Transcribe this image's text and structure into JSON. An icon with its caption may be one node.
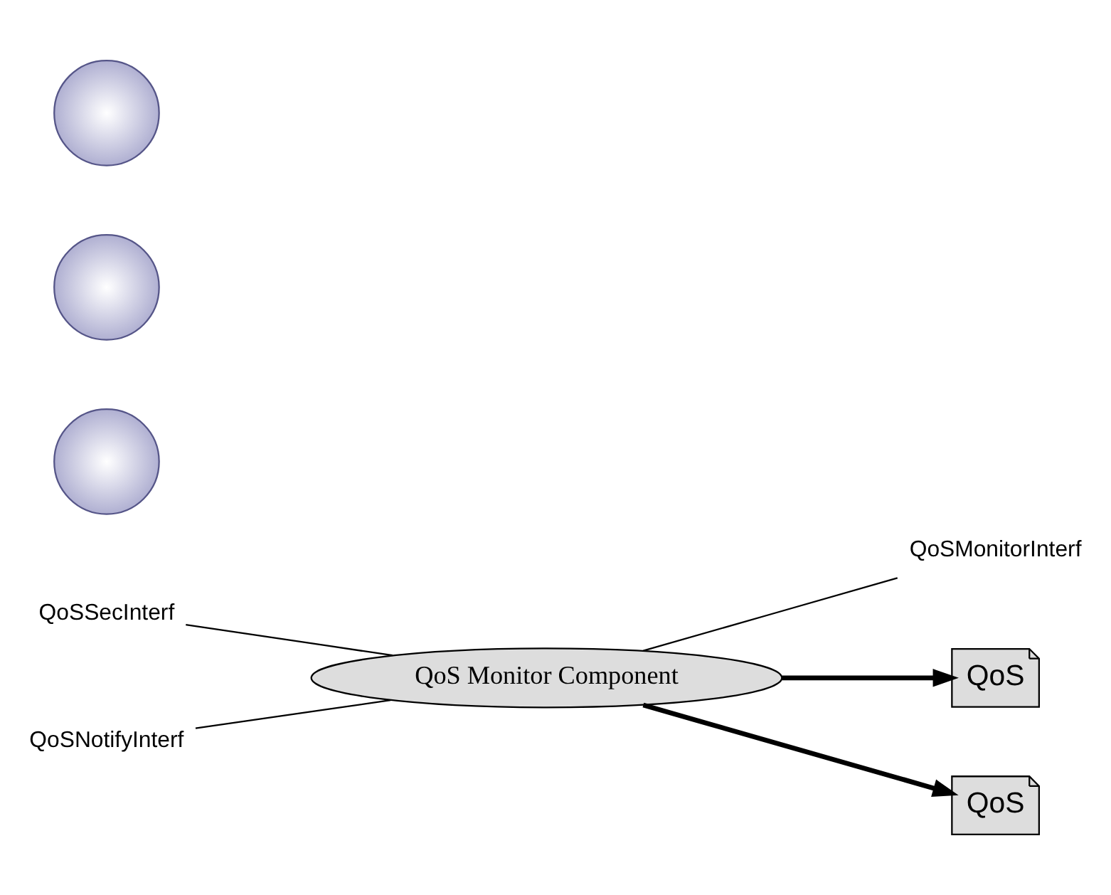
{
  "diagram": {
    "nodes": [
      {
        "text": [
          "QoS Monitor Component"
        ]
      },
      {
        "text": [
          "QoSSecInterf"
        ]
      },
      {
        "text": [
          "QoSNotifyInterf"
        ]
      },
      {
        "text": [
          "QoSMonitorInterf"
        ]
      },
      {
        "text": [],
        "shape": "circle"
      },
      {
        "text": [
          "QoS"
        ]
      },
      {
        "text": [],
        "shape": "circle"
      },
      {
        "text": [],
        "shape": "circle"
      },
      {
        "text": [
          "QoS"
        ]
      }
    ],
    "edges": [
      {
        "from": 1,
        "to": 0,
        "arrow": "none"
      },
      {
        "from": 2,
        "to": 0,
        "arrow": "none"
      },
      {
        "from": 0,
        "to": 3,
        "arrow": "none"
      },
      {
        "from": 0,
        "to": 5,
        "arrow": "to",
        "style": "thick"
      },
      {
        "from": 0,
        "to": 8,
        "arrow": "to",
        "style": "thick"
      }
    ]
  }
}
